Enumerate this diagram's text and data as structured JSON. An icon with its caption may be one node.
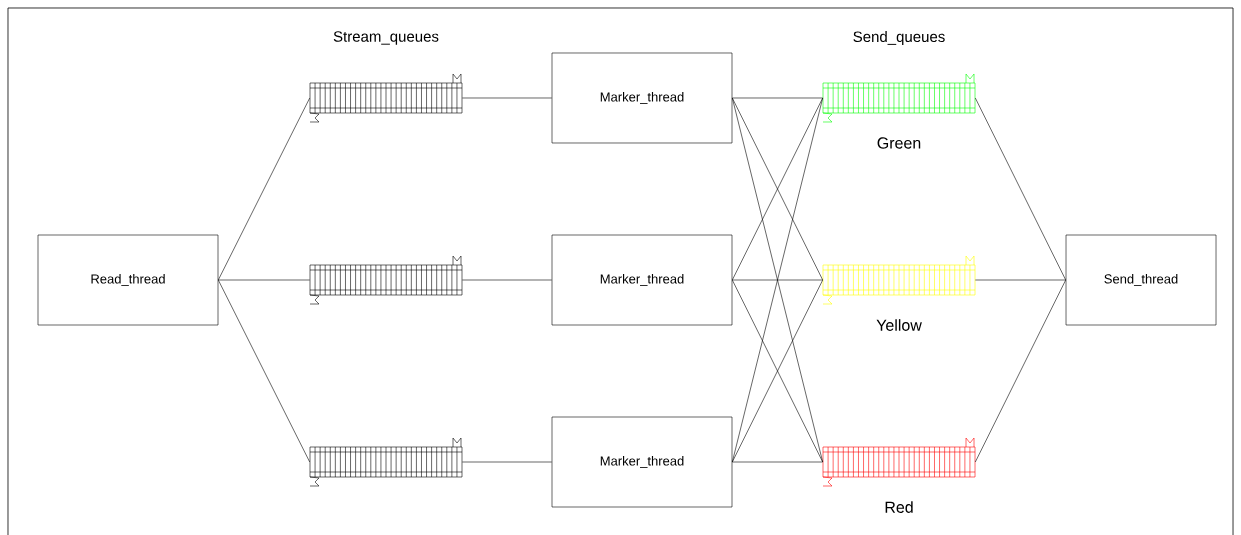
{
  "diagram": {
    "nodes": [
      {
        "text": [
          "Read_thread"
        ]
      },
      {
        "text": [],
        "shape": "bar"
      },
      {
        "text": [],
        "shape": "bar"
      },
      {
        "text": [],
        "shape": "bar"
      },
      {
        "text": [
          "Marker_thread"
        ]
      },
      {
        "text": [
          "Marker_thread"
        ]
      },
      {
        "text": [
          "Marker_thread"
        ]
      },
      {
        "text": [],
        "shape": "bar",
        "beside": [
          "Green"
        ]
      },
      {
        "text": [],
        "shape": "bar",
        "beside": [
          "Yellow"
        ]
      },
      {
        "text": [],
        "shape": "bar",
        "beside": [
          "Red"
        ]
      },
      {
        "text": [
          "Send_thread"
        ]
      }
    ],
    "edges": [
      {
        "from": 0,
        "to": 1,
        "arrow": "none"
      },
      {
        "from": 0,
        "to": 2,
        "arrow": "none"
      },
      {
        "from": 0,
        "to": 3,
        "arrow": "none"
      },
      {
        "from": 1,
        "to": 4,
        "arrow": "none"
      },
      {
        "from": 2,
        "to": 5,
        "arrow": "none"
      },
      {
        "from": 3,
        "to": 6,
        "arrow": "none"
      },
      {
        "from": 4,
        "to": 7,
        "arrow": "none"
      },
      {
        "from": 4,
        "to": 8,
        "arrow": "none"
      },
      {
        "from": 4,
        "to": 9,
        "arrow": "none"
      },
      {
        "from": 5,
        "to": 7,
        "arrow": "none"
      },
      {
        "from": 5,
        "to": 8,
        "arrow": "none"
      },
      {
        "from": 5,
        "to": 9,
        "arrow": "none"
      },
      {
        "from": 6,
        "to": 7,
        "arrow": "none"
      },
      {
        "from": 6,
        "to": 8,
        "arrow": "none"
      },
      {
        "from": 6,
        "to": 9,
        "arrow": "none"
      },
      {
        "from": 7,
        "to": 10,
        "arrow": "none"
      },
      {
        "from": 8,
        "to": 10,
        "arrow": "none"
      },
      {
        "from": 9,
        "to": 10,
        "arrow": "none"
      }
    ],
    "labels": [
      "Stream_queues",
      "Send_queues"
    ]
  }
}
